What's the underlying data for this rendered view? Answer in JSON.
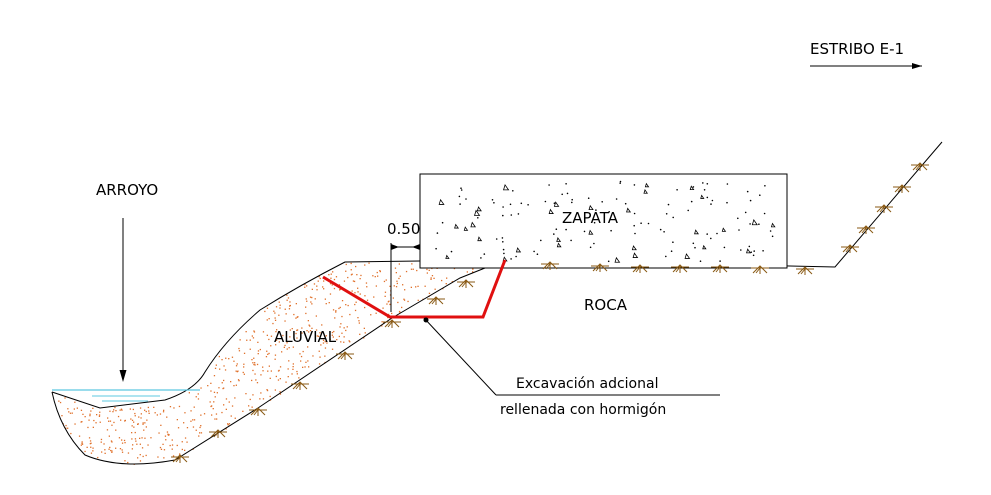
{
  "title": "ESTRIBO E-1",
  "labels": {
    "arroyo": "ARROYO",
    "zapata": "ZAPATA",
    "roca": "ROCA",
    "aluvial": "ALUVIAL",
    "dimension": "0.50",
    "note_line1": "Excavación adcional",
    "note_line2": "rellenada con hormigón"
  },
  "colors": {
    "excavation_outline": "#e01010",
    "alluvium_speckle": "#e0702a",
    "water": "#5cc8e0",
    "rock_hatch": "#8a5a14",
    "lines": "#000000"
  }
}
